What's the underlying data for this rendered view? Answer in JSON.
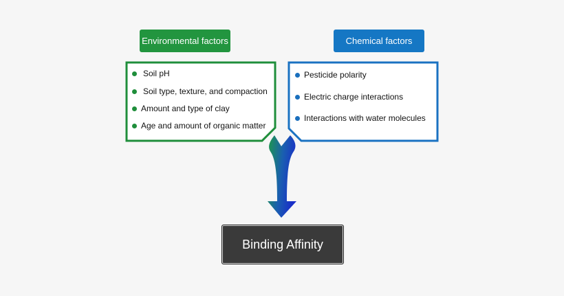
{
  "environmental": {
    "title": "Environmental factors",
    "items": [
      "Soil pH",
      "Soil type, texture, and compaction",
      "Amount and type of clay",
      "Age and amount of organic matter"
    ]
  },
  "chemical": {
    "title": "Chemical factors",
    "items": [
      "Pesticide polarity",
      "Electric charge interactions",
      "Interactions with water molecules"
    ]
  },
  "result": {
    "label": "Binding Affinity"
  },
  "colors": {
    "environmental": "#22953f",
    "chemical": "#1577c4",
    "result_box": "#3a3a3a"
  }
}
